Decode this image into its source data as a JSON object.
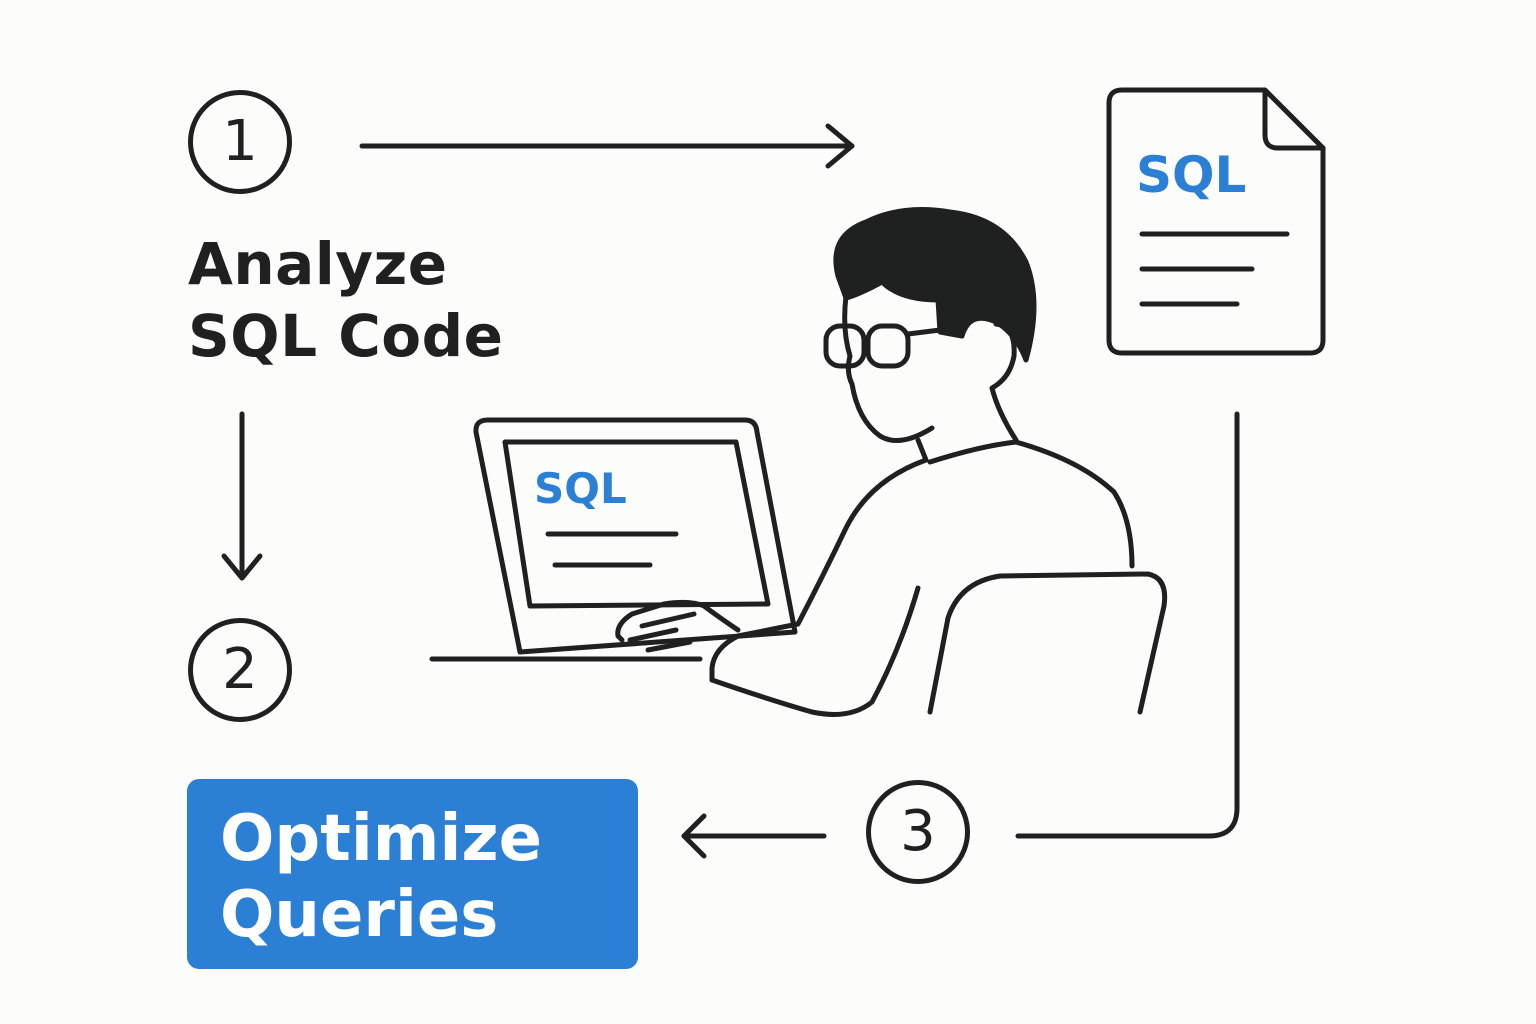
{
  "steps": [
    {
      "number": "1",
      "label_lines": [
        "Analyze",
        "SQL Code"
      ]
    },
    {
      "number": "2"
    },
    {
      "number": "3"
    }
  ],
  "action": {
    "label_lines": [
      "Optimize",
      "Queries"
    ]
  },
  "document": {
    "badge": "SQL"
  },
  "laptop": {
    "screen_badge": "SQL"
  },
  "colors": {
    "accent": "#2b7fd4",
    "ink": "#1f2121",
    "background": "#fcfcfa"
  }
}
